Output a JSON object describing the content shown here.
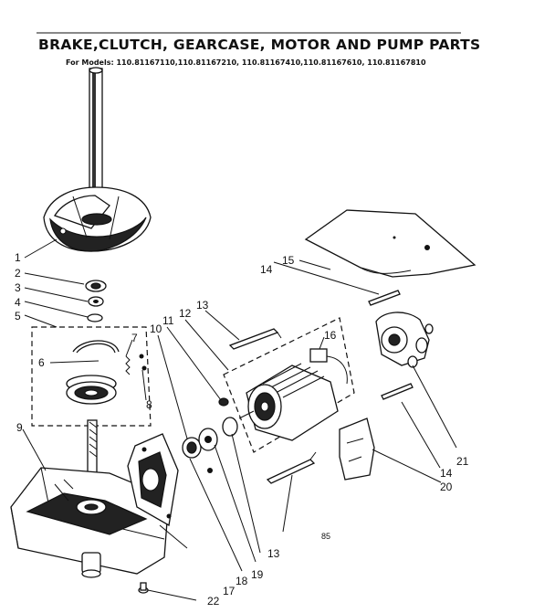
{
  "header": {
    "title": "BRAKE,CLUTCH, GEARCASE, MOTOR AND PUMP PARTS",
    "models": "For Models: 110.81167110,110.81167210, 110.81167410,110.81167610, 110.81167810"
  },
  "callouts": [
    "1",
    "2",
    "3",
    "4",
    "5",
    "6",
    "7",
    "8",
    "9",
    "10",
    "11",
    "12",
    "13",
    "13",
    "14",
    "14",
    "15",
    "16",
    "17",
    "18",
    "19",
    "20",
    "21",
    "22"
  ],
  "footer_code": "85"
}
